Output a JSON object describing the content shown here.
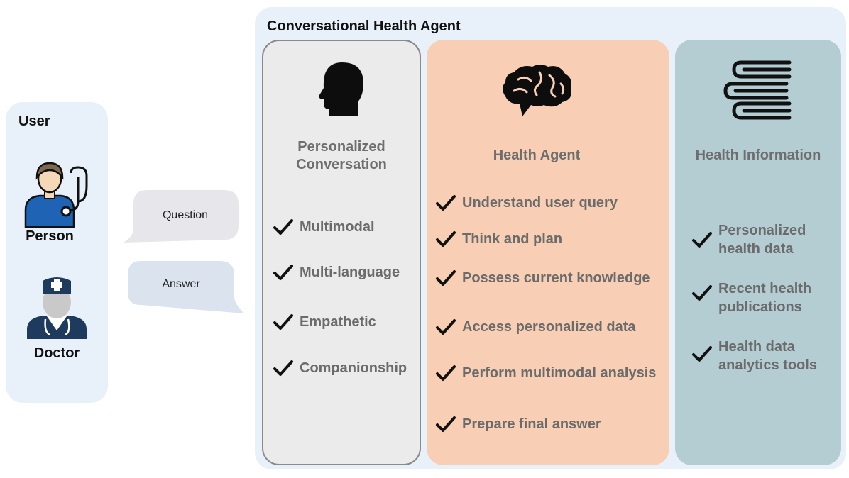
{
  "user": {
    "title": "User",
    "person_label": "Person",
    "doctor_label": "Doctor"
  },
  "dialogue": {
    "question": "Question",
    "answer": "Answer"
  },
  "agent": {
    "title": "Conversational Health Agent",
    "columns": [
      {
        "heading": "Personalized\nConversation",
        "icon": "head-silhouette-icon",
        "items": [
          "Multimodal",
          "Multi-language",
          "Empathetic",
          "Companionship"
        ]
      },
      {
        "heading": "Health Agent",
        "icon": "brain-icon",
        "items": [
          "Understand user query",
          "Think and plan",
          "Possess current knowledge",
          "Access personalized data",
          "Perform multimodal analysis",
          "Prepare final answer"
        ]
      },
      {
        "heading": "Health Information",
        "icon": "books-stack-icon",
        "items": [
          "Personalized\nhealth data",
          "Recent health\npublications",
          "Health data\nanalytics tools"
        ]
      }
    ]
  },
  "colors": {
    "panel_bg": "#e8f0f9",
    "conversation_bg": "#ebebeb",
    "health_agent_bg": "#f8cfb4",
    "health_info_bg": "#b3cdd3",
    "heading_text": "#6e6e6e"
  }
}
